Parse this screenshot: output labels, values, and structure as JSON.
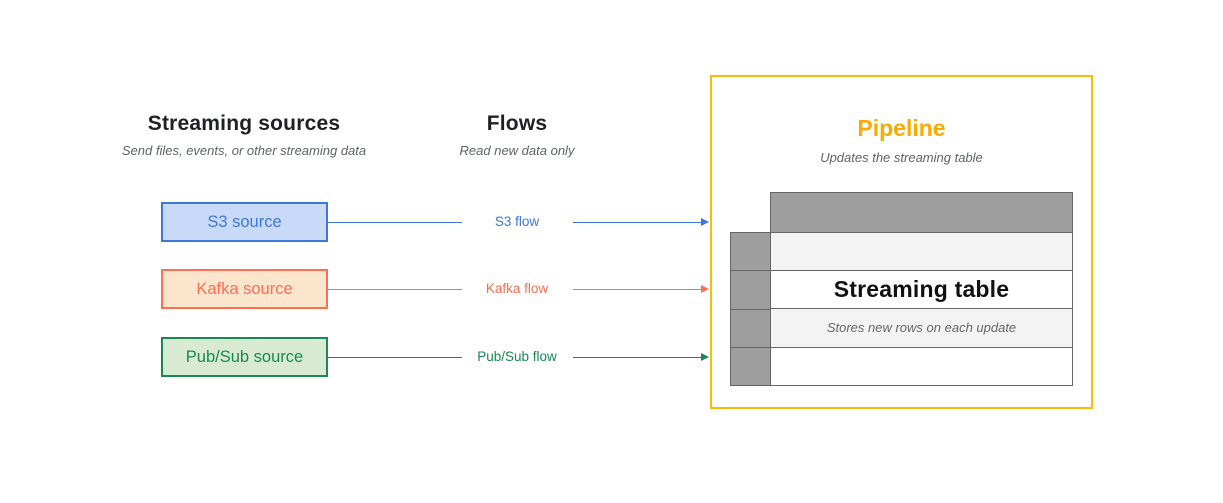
{
  "headers": {
    "sources": {
      "title": "Streaming sources",
      "subtitle": "Send files, events, or other streaming data"
    },
    "flows": {
      "title": "Flows",
      "subtitle": "Read new data only"
    },
    "pipeline": {
      "title": "Pipeline",
      "subtitle": "Updates the streaming table"
    }
  },
  "sources": [
    {
      "label": "S3 source",
      "flow_label": "S3 flow",
      "color": "#3C78D8",
      "fill": "#C9DAF8"
    },
    {
      "label": "Kafka source",
      "flow_label": "Kafka flow",
      "color": "#FF6D52",
      "fill": "#FCE5CD"
    },
    {
      "label": "Pub/Sub source",
      "flow_label": "Pub/Sub flow",
      "color": "#178A50",
      "fill": "#D9EAD3"
    }
  ],
  "streaming_table": {
    "title": "Streaming table",
    "subtitle": "Stores new rows on each update"
  },
  "colors": {
    "pipeline_border": "#FBBC04",
    "pipeline_title": "#F9AB00",
    "table_dark": "#9E9E9E",
    "table_light": "#F3F3F3",
    "table_border": "#666666",
    "subtitle_gray": "#5F6368",
    "title_black": "#202124"
  }
}
